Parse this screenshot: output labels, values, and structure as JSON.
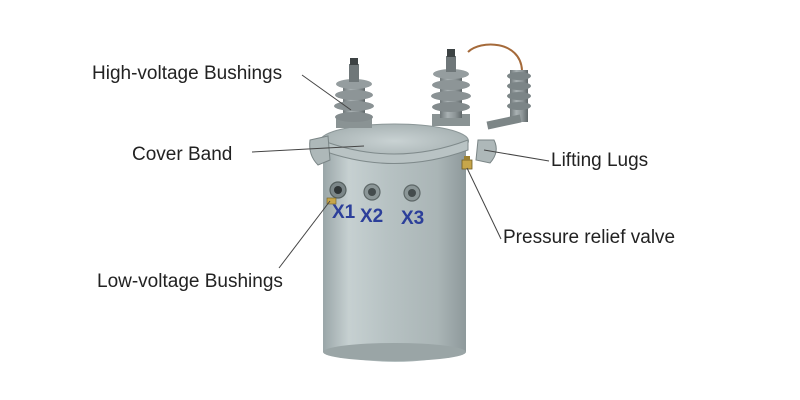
{
  "labels": {
    "high_voltage_bushings": "High-voltage Bushings",
    "cover_band": "Cover Band",
    "lifting_lugs": "Lifting Lugs",
    "pressure_relief_valve": "Pressure relief valve",
    "low_voltage_bushings": "Low-voltage Bushings"
  },
  "terminals": {
    "x1": "X1",
    "x2": "X2",
    "x3": "X3"
  },
  "colors": {
    "tank": "#b3bfc0",
    "terminal_text": "#2c3f9a",
    "insulator": "#8e9698",
    "leader_line": "#444444",
    "label_text": "#222222",
    "background": "#ffffff"
  }
}
